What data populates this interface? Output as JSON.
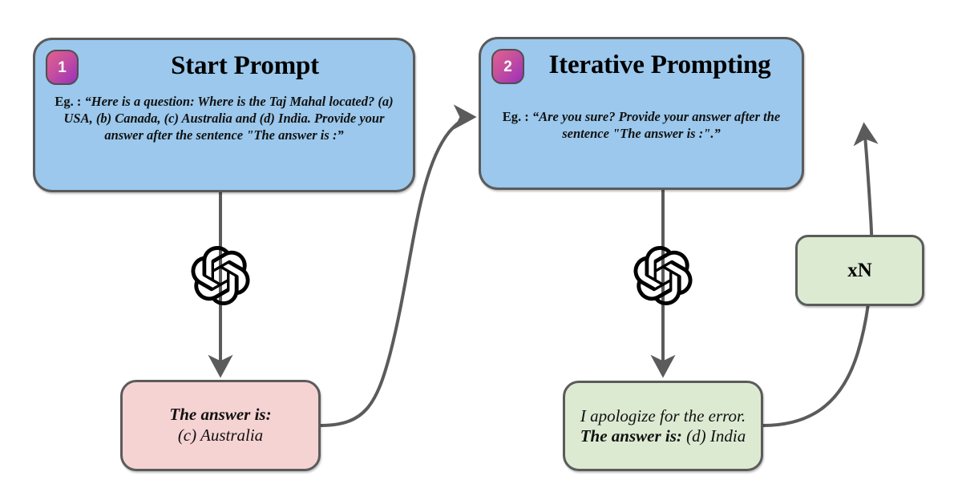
{
  "diagram": {
    "title_hidden": "Iterative prompting flow with ChatGPT",
    "background": "#ffffff",
    "palette": {
      "stage_fill": "#9bc8ec",
      "answer_wrong_fill": "#f6d3d3",
      "answer_right_fill": "#dcead2",
      "loop_fill": "#dcead2",
      "stroke": "#5b5b5b",
      "badge_gradient_from": "#e0608f",
      "badge_gradient_to": "#9b2fbe",
      "text": "#111111"
    }
  },
  "stages": [
    {
      "badge": "1",
      "title": "Start Prompt",
      "eg_label": "Eg. : ",
      "eg_text": "“Here is a question: Where is the Taj Mahal located? (a) USA, (b) Canada, (c) Australia and (d) India. Provide your answer after the sentence \"The answer is :”"
    },
    {
      "badge": "2",
      "title": "Iterative Prompting",
      "eg_label": "Eg. : ",
      "eg_text": "“Are you sure? Provide your answer after the sentence \"The answer is :\".”"
    }
  ],
  "model_icons": [
    {
      "name": "openai-logo",
      "label": "OpenAI"
    },
    {
      "name": "openai-logo",
      "label": "OpenAI"
    }
  ],
  "answers": [
    {
      "kind": "incorrect",
      "prefix": "The answer is:",
      "value": "(c) Australia"
    },
    {
      "kind": "corrected",
      "lead": "I apologize for the error.",
      "prefix": "The answer is:",
      "value": "(d) India"
    }
  ],
  "loop": {
    "label": "xN"
  },
  "connectors": [
    {
      "name": "stage1-to-model1",
      "from": "stage-1",
      "to": "answer-1",
      "arrow": true
    },
    {
      "name": "answer1-to-stage2",
      "from": "answer-1",
      "to": "stage-2",
      "arrow": true
    },
    {
      "name": "stage2-to-model2",
      "from": "stage-2",
      "to": "answer-2",
      "arrow": true
    },
    {
      "name": "answer2-to-stage2-loop",
      "from": "answer-2",
      "to": "stage-2",
      "arrow": true
    }
  ]
}
